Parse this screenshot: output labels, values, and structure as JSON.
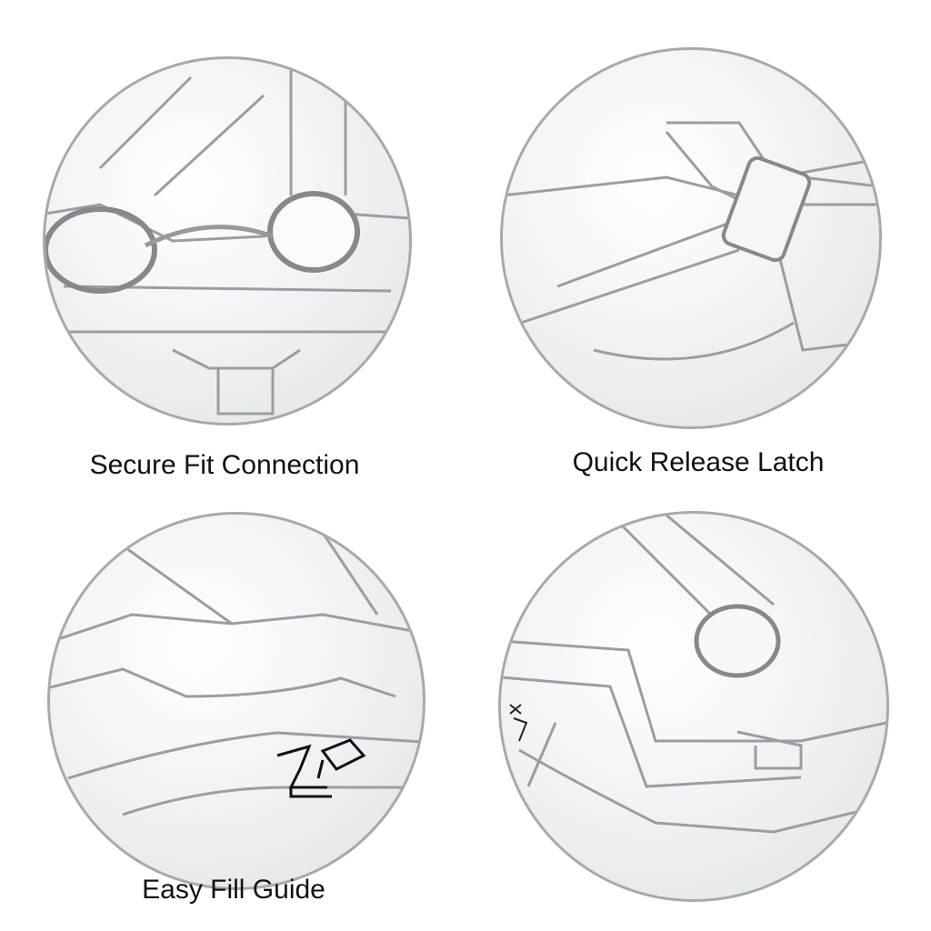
{
  "panels": [
    {
      "label": "Secure Fit Connection"
    },
    {
      "label": "Quick Release Latch"
    },
    {
      "label": "Easy Fill Guide"
    },
    {
      "label": null
    }
  ],
  "colors": {
    "outline": "#a9a9a9",
    "text": "#111111"
  }
}
